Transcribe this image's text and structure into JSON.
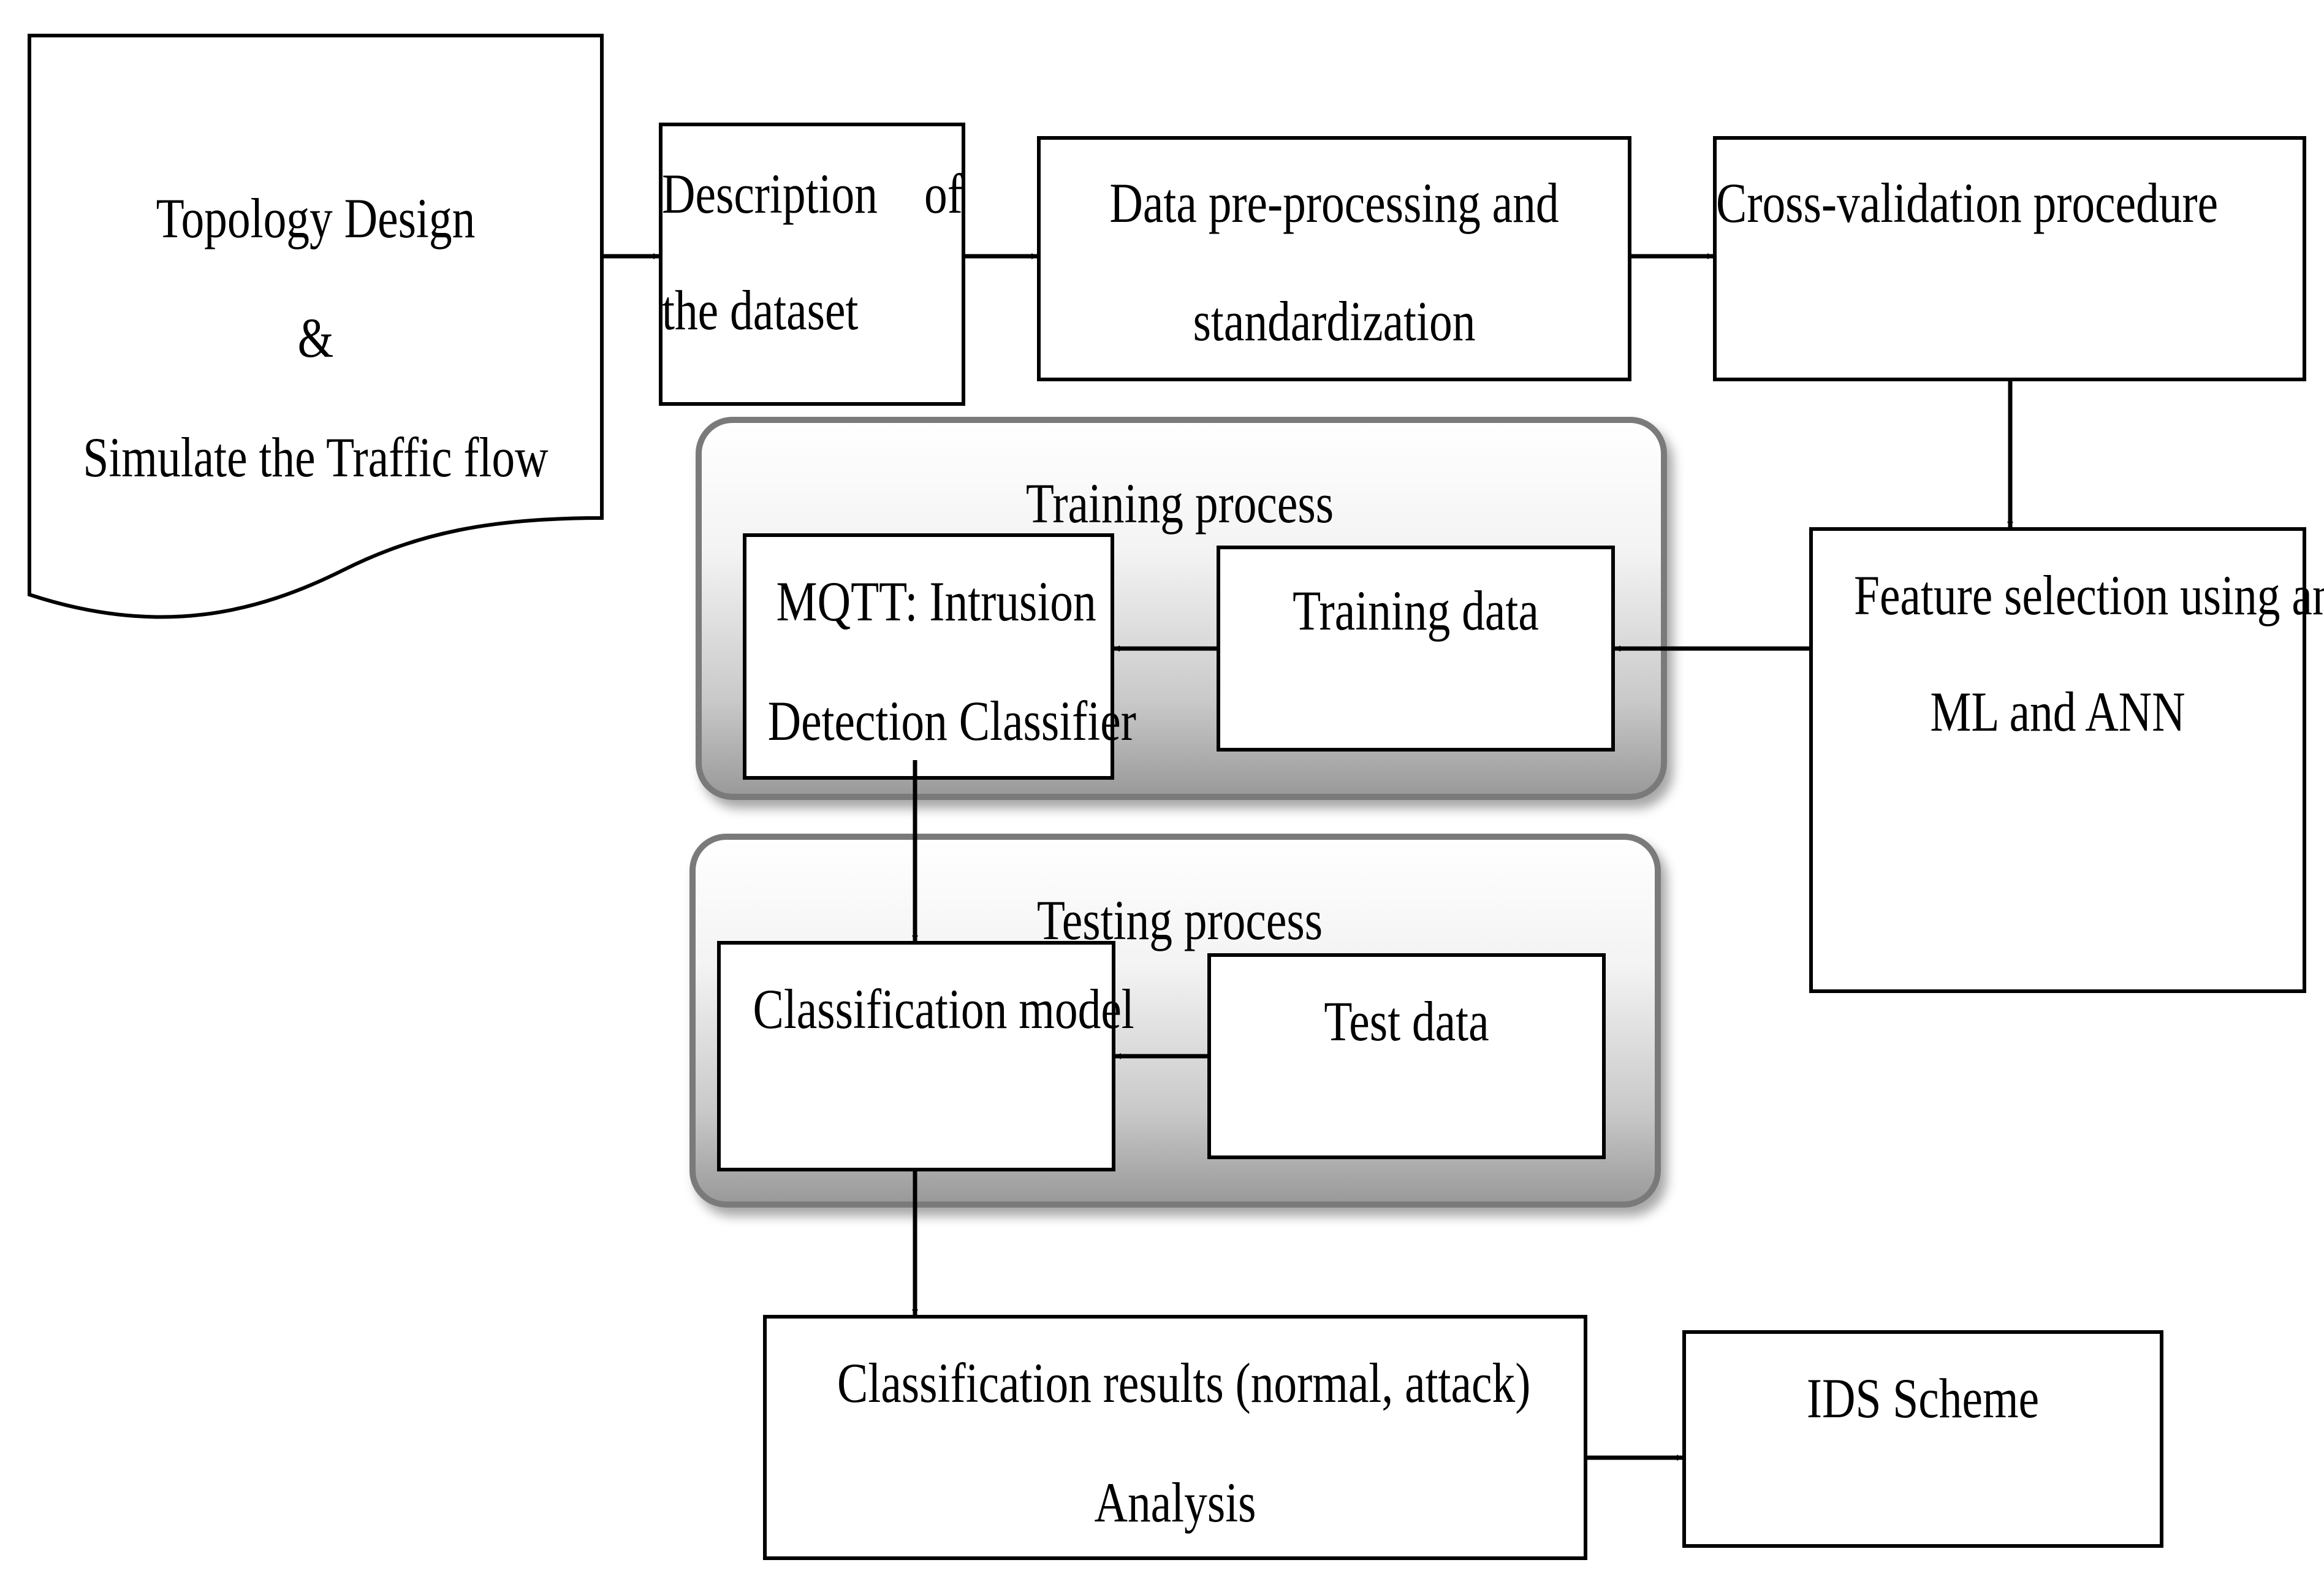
{
  "nodes": {
    "topology": {
      "line1": "Topology Design",
      "line2": "&",
      "line3": "Simulate the Traffic flow"
    },
    "dataset": {
      "line1_word1": "Description",
      "line1_word2": "of",
      "line2": "the dataset"
    },
    "preprocessing": {
      "line1": "Data pre-processing and",
      "line2": "standardization"
    },
    "cross_validation": {
      "line1": "Cross-validation procedure"
    },
    "feature_selection": {
      "line1": "Feature selection using an",
      "line2": "ML and ANN"
    },
    "training_data": {
      "line1": "Training data"
    },
    "mqtt_classifier": {
      "line1": "MQTT: Intrusion",
      "line2": "Detection Classifier"
    },
    "classification_model": {
      "line1": "Classification model"
    },
    "test_data": {
      "line1": "Test data"
    },
    "results": {
      "line1": "Classification results (normal, attack)",
      "line2": "Analysis"
    },
    "ids": {
      "line1": "IDS Scheme"
    }
  },
  "groups": {
    "training": {
      "label": "Training process"
    },
    "testing": {
      "label": "Testing process"
    }
  },
  "colors": {
    "line": "#000000",
    "group_border": "#7a7a7a"
  }
}
